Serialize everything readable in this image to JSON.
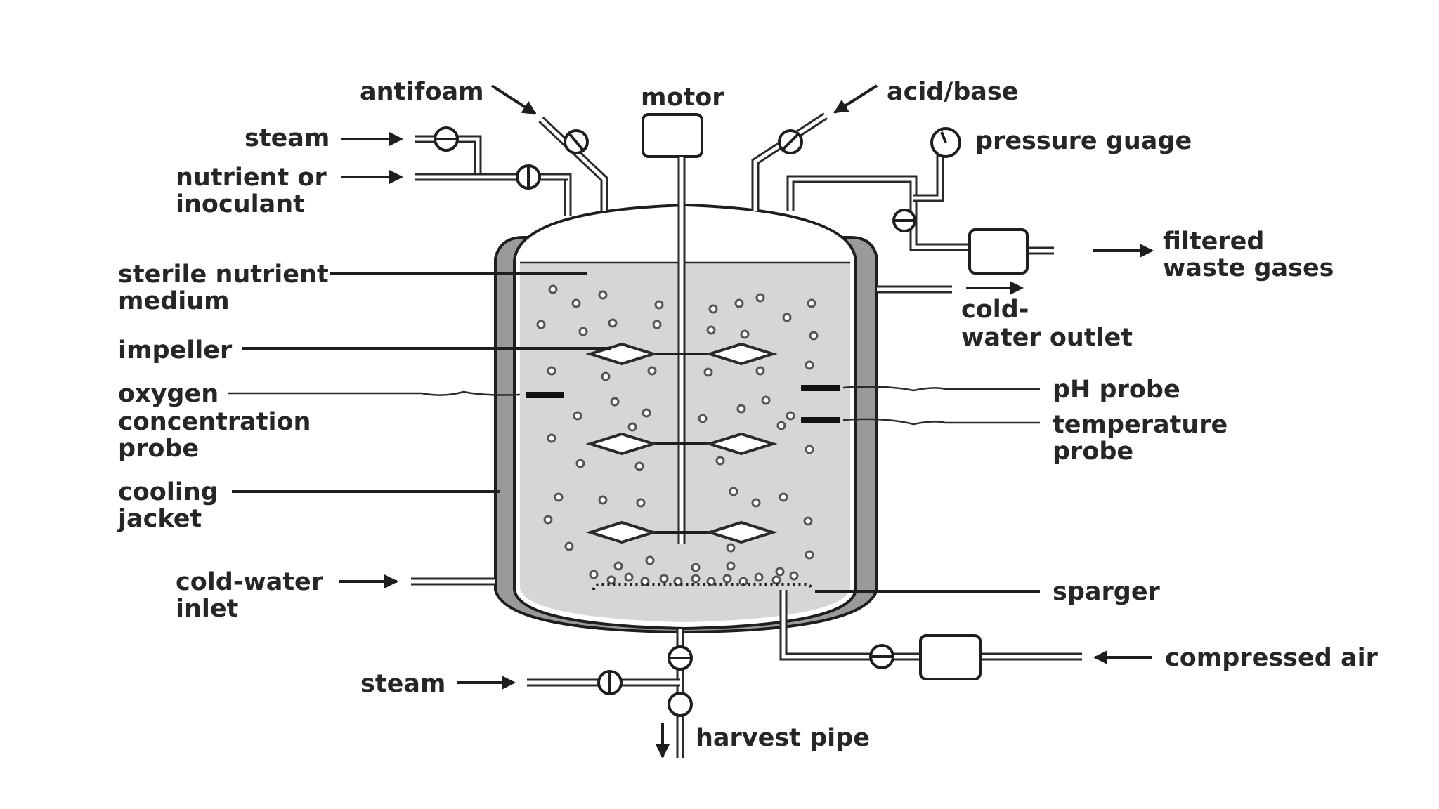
{
  "labels": {
    "antifoam": "antifoam",
    "motor": "motor",
    "acid_base": "acid/base",
    "steam_top": "steam",
    "nutrient_1": "nutrient or",
    "nutrient_2": "inoculant",
    "pressure_gauge": "pressure guage",
    "filtered_1": "filtered",
    "filtered_2": "waste gases",
    "sterile_1": "sterile nutrient",
    "sterile_2": "medium",
    "cold_outlet_1": "cold-",
    "cold_outlet_2": "water outlet",
    "impeller": "impeller",
    "ph_probe": "pH probe",
    "oxygen_1": "oxygen",
    "oxygen_2": "concentration",
    "oxygen_3": "probe",
    "temperature_1": "temperature",
    "temperature_2": "probe",
    "cooling_1": "cooling",
    "cooling_2": "jacket",
    "cold_inlet_1": "cold-water",
    "cold_inlet_2": "inlet",
    "sparger": "sparger",
    "compressed_air": "compressed air",
    "steam_bottom": "steam",
    "harvest_pipe": "harvest pipe"
  },
  "colors": {
    "ink": "#262626",
    "medium_fill": "#d6d6d6",
    "jacket_fill": "#9a9a9a"
  }
}
